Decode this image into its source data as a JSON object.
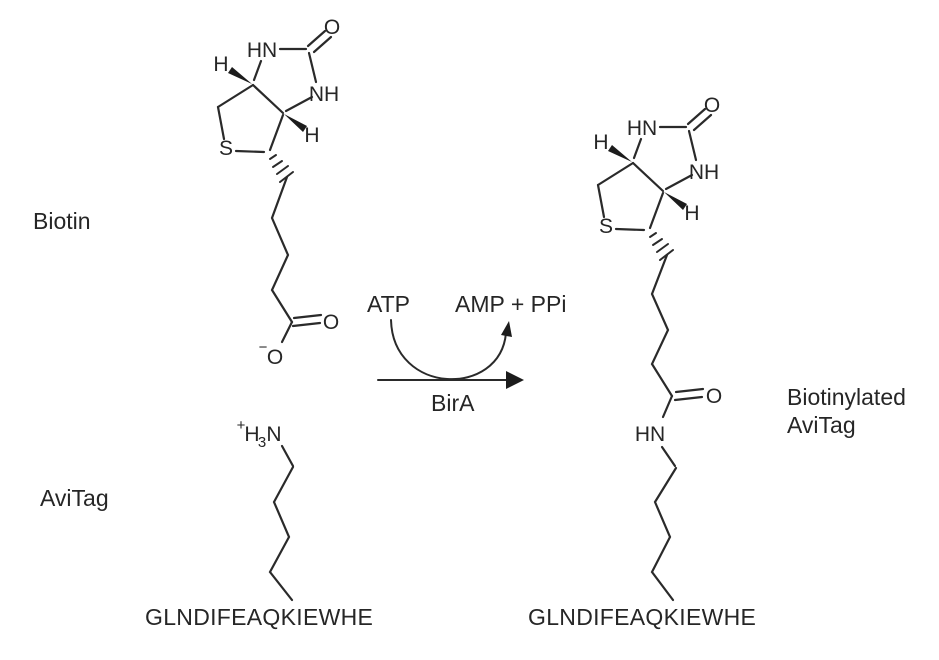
{
  "diagram": {
    "reactant_label": "Biotin",
    "substrate_label": "AviTag",
    "product_label_line1": "Biotinylated",
    "product_label_line2": "AviTag",
    "reaction": {
      "cofactor": "ATP",
      "byproducts": "AMP + PPi",
      "enzyme": "BirA"
    },
    "peptide_sequence": "GLNDIFEAQKIEWHE",
    "atoms": {
      "ring_hn": "HN",
      "ring_nh": "NH",
      "oxygen": "O",
      "sulfur": "S",
      "stereo_h": "H",
      "minus_charge": "−",
      "plus_charge": "+",
      "amine_h": "H",
      "amine_subscript": "3",
      "amine_n": "N",
      "amide_hn": "HN"
    },
    "colors": {
      "ink": "#262626",
      "background": "#ffffff"
    }
  }
}
